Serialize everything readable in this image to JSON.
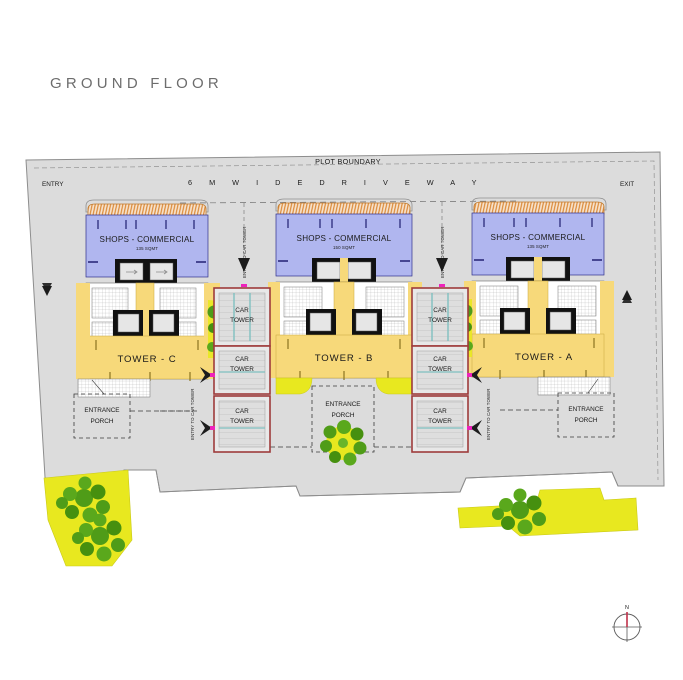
{
  "page": {
    "title": "GROUND FLOOR",
    "background_color": "#ffffff"
  },
  "plan": {
    "site_fill": "#dcdcdc",
    "site_stroke": "#8a8a8a",
    "labels": {
      "plot_boundary": "PLOT BOUNDARY",
      "entry": "ENTRY",
      "exit": "EXIT",
      "driveway": "6  M    W I D E    D R I V E    W A Y",
      "driveway_plain": "6 M WIDE DRIVE WAY"
    },
    "blocks": [
      {
        "id": "block-c",
        "shop_label": "SHOPS - COMMERCIAL",
        "shop_area": "135 SQMT",
        "tower_label": "TOWER - C",
        "porch_label_line1": "ENTRANCE",
        "porch_label_line2": "PORCH"
      },
      {
        "id": "block-b",
        "shop_label": "SHOPS - COMMERCIAL",
        "shop_area": "150 SQMT",
        "tower_label": "TOWER - B",
        "porch_label_line1": "ENTRANCE",
        "porch_label_line2": "PORCH"
      },
      {
        "id": "block-a",
        "shop_label": "SHOPS - COMMERCIAL",
        "shop_area": "135 SQMT",
        "tower_label": "TOWER - A",
        "porch_label_line1": "ENTRANCE",
        "porch_label_line2": "PORCH"
      }
    ],
    "car_towers": {
      "label_line1": "CAR",
      "label_line2": "TOWER",
      "count_per_stack": 3,
      "stroke_color": "#9e3b3b",
      "fill_color": "#e0e0e0"
    },
    "entry_to_car_tower_label": "ENTRY TO CAR TOWER",
    "center_porch": {
      "label_line1": "ENTRANCE",
      "label_line2": "PORCH"
    },
    "colors": {
      "shop_fill": "#b0b6ef",
      "tower_fill": "#f7d97a",
      "landscape_fill": "#e8e81f",
      "tree_green": "#4f9c18",
      "wall_dark": "#111111",
      "hatch_orange": "#e08a3c",
      "magenta_marker": "#ee22bb",
      "car_tower_red": "#9e3b3b"
    }
  },
  "compass": {
    "label": "N",
    "needle_color": "#c0304a"
  }
}
